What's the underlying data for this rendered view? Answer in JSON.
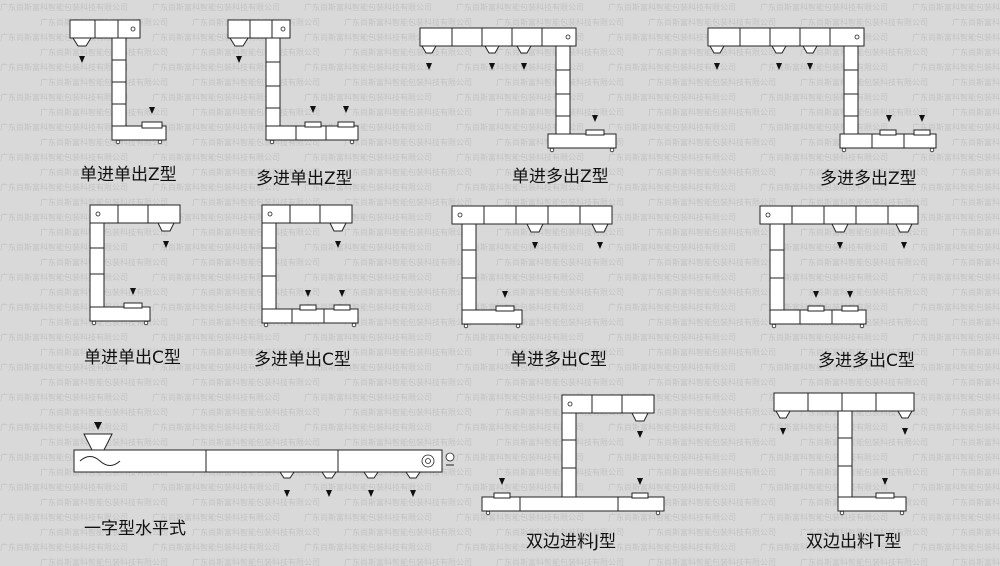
{
  "watermark": {
    "text": "广东尚斯富科智能包装科技有限公司"
  },
  "captions": {
    "z_single_in_single_out": "单进单出Z型",
    "z_multi_in_single_out": "多进单出Z型",
    "z_single_in_multi_out": "单进多出Z型",
    "z_multi_in_multi_out": "多进多出Z型",
    "c_single_in_single_out": "单进单出C型",
    "c_multi_in_single_out": "多进单出C型",
    "c_single_in_multi_out": "单进多出C型",
    "c_multi_in_multi_out": "多进多出C型",
    "horizontal": "一字型水平式",
    "j_dual_side_feed": "双边进料J型",
    "t_dual_side_discharge": "双边出料T型"
  }
}
